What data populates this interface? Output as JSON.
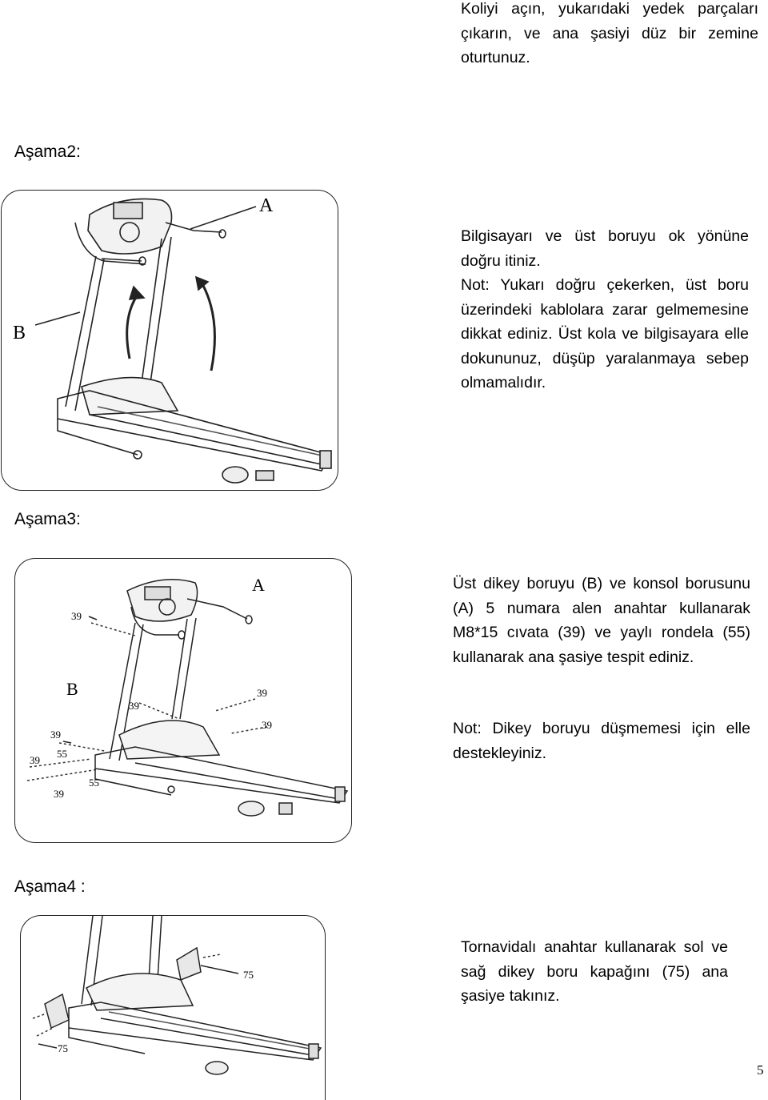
{
  "intro_text": "Koliyi açın, yukarıdaki yedek parçaları çıkarın, ve ana şasiyi düz bir zemine oturtunuz.",
  "step2": {
    "heading": "Aşama2:",
    "label_a": "A",
    "label_b": "B",
    "instruction": "Bilgisayarı ve üst boruyu ok yönüne doğru itiniz.",
    "note": "Not: Yukarı doğru çekerken, üst boru üzerindeki kablolara zarar gelmemesine dikkat ediniz. Üst kola ve bilgisayara elle dokununuz, düşüp yaralanmaya sebep olmamalıdır."
  },
  "step3": {
    "heading": "Aşama3:",
    "label_a": "A",
    "label_b": "B",
    "part_labels": [
      "39",
      "39",
      "39",
      "39",
      "39",
      "39",
      "39",
      "55",
      "55"
    ],
    "instruction": "Üst dikey boruyu (B) ve konsol borusunu (A) 5 numara alen anahtar kullanarak M8*15 cıvata (39) ve yaylı rondela (55) kullanarak ana şasiye tespit ediniz.",
    "note": "Not: Dikey boruyu düşmemesi için elle destekleyiniz."
  },
  "step4": {
    "heading": "Aşama4 :",
    "part_labels": [
      "75",
      "75"
    ],
    "instruction": "Tornavidalı anahtar kullanarak sol ve sağ dikey boru kapağını (75) ana şasiye takınız."
  },
  "page_number": "5"
}
